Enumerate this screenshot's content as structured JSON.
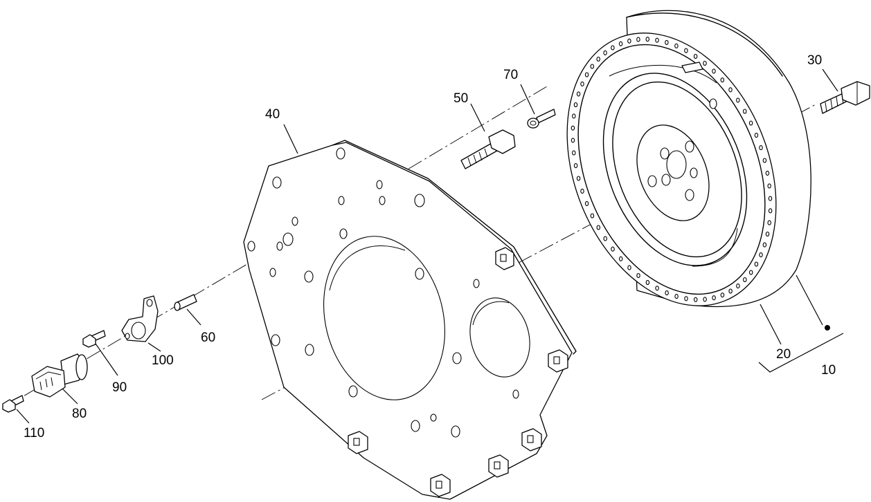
{
  "callouts": {
    "c10": "10",
    "c20": "20",
    "c30": "30",
    "c40": "40",
    "c50": "50",
    "c60": "60",
    "c70": "70",
    "c80": "80",
    "c90": "90",
    "c100": "100",
    "c110": "110"
  },
  "colors": {
    "line": "#000000",
    "background": "#ffffff"
  }
}
